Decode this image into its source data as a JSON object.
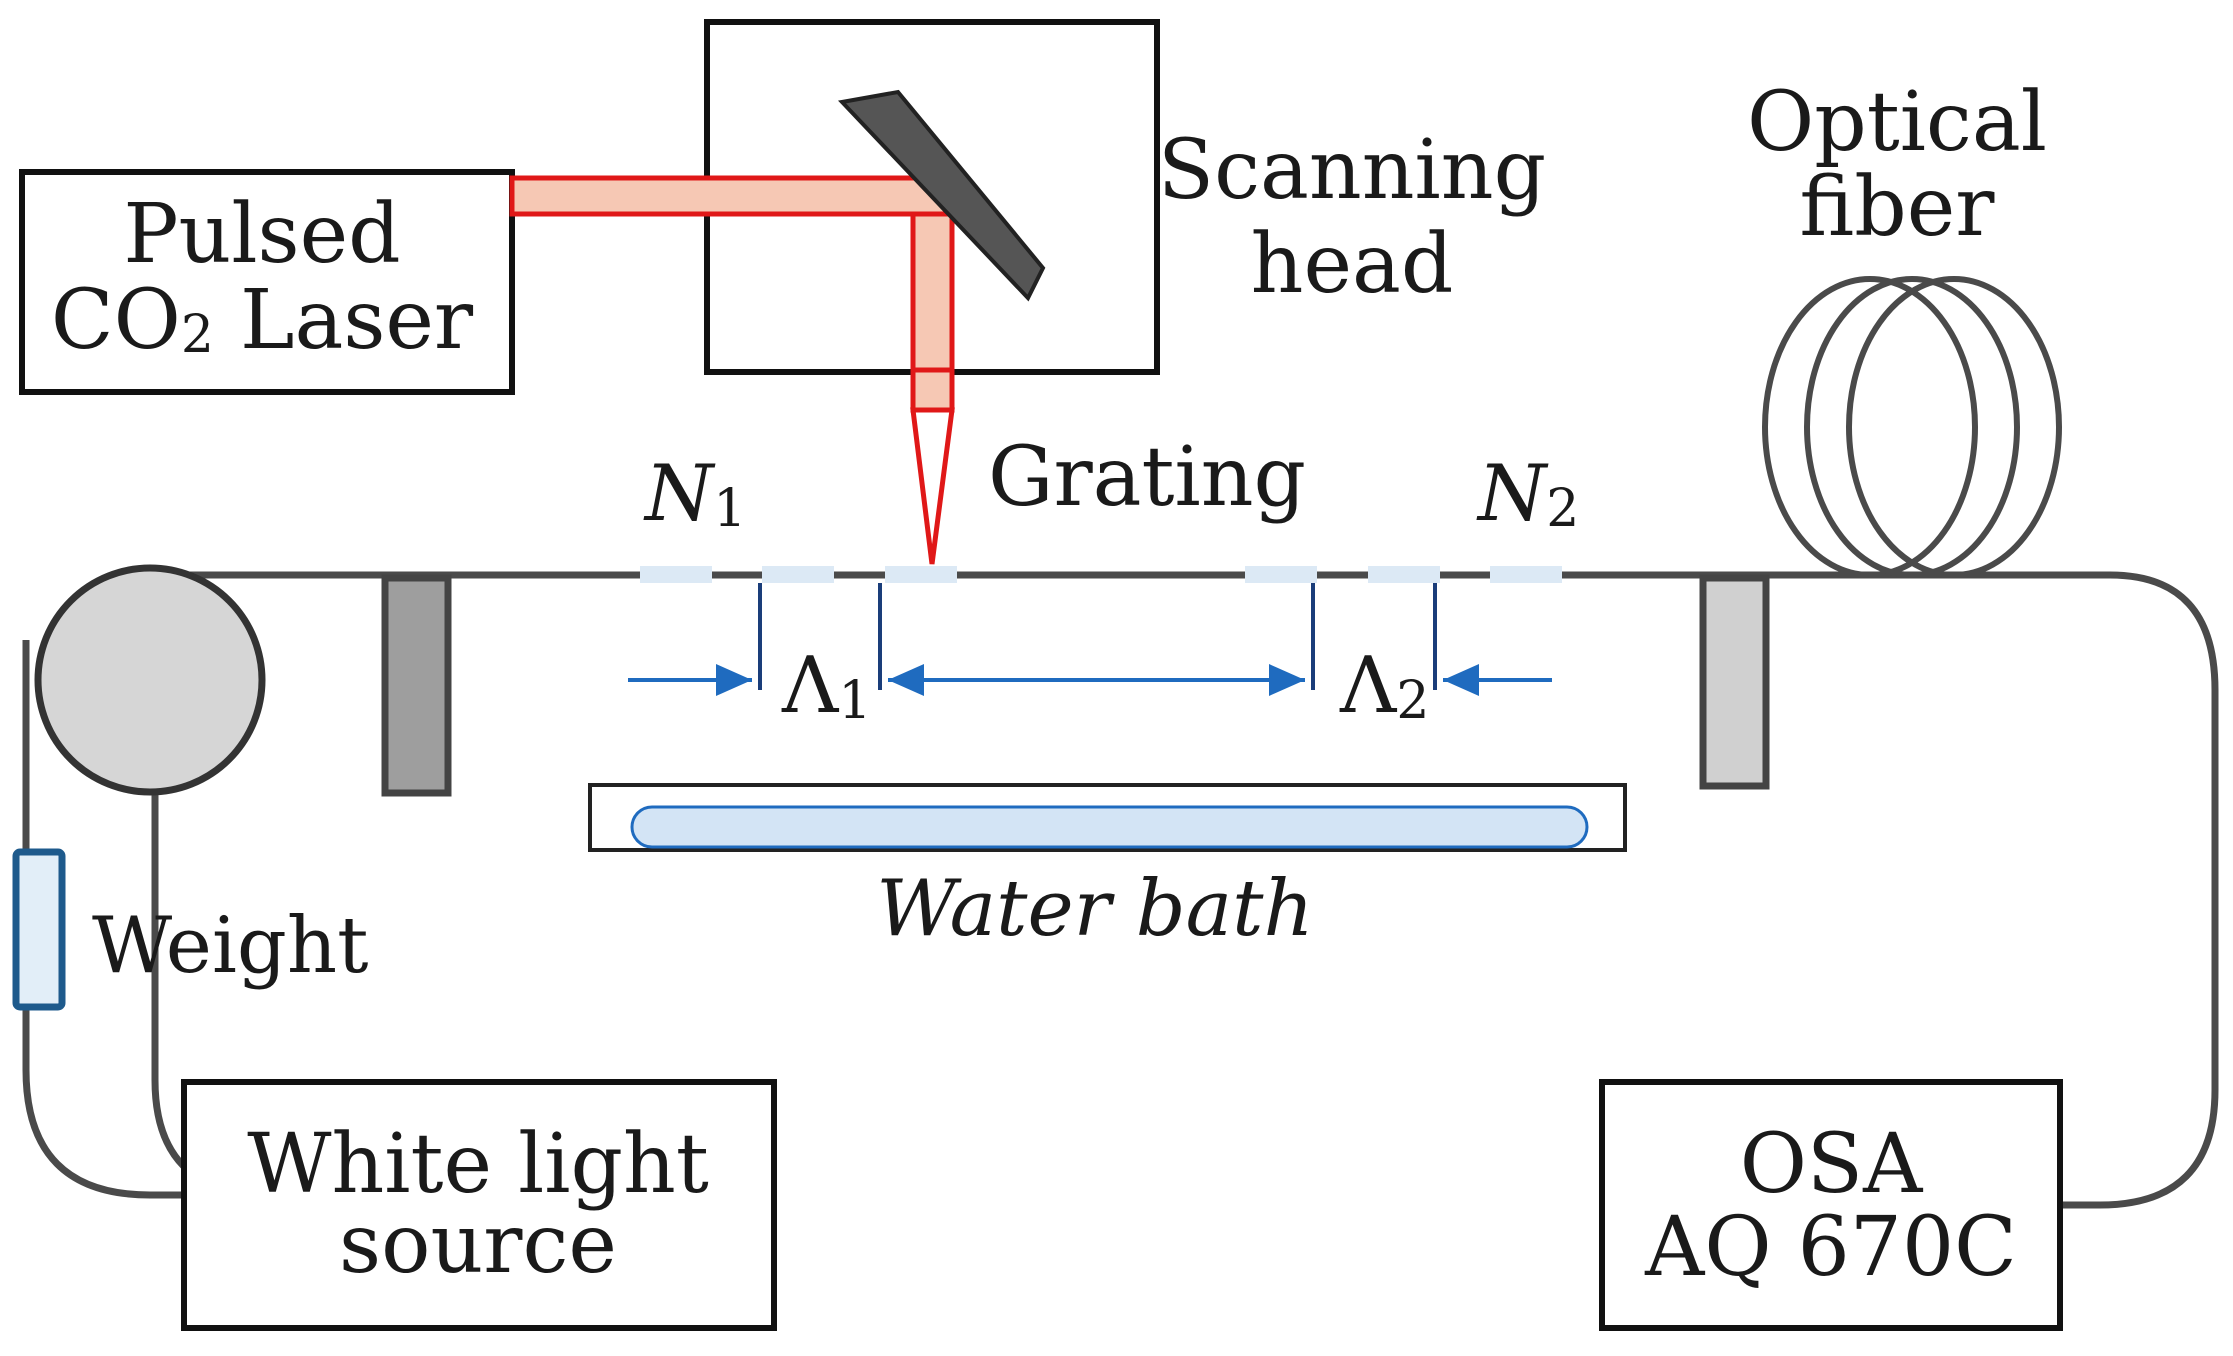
{
  "labels": {
    "laser_line1": "Pulsed",
    "laser_line2_main": "CO",
    "laser_line2_sub": "2",
    "laser_line2_rest": " Laser",
    "scanning_line1": "Scanning",
    "scanning_line2": "head",
    "fiber_line1": "Optical",
    "fiber_line2": "fiber",
    "grating": "Grating",
    "n1_main": "N",
    "n1_sub": "1",
    "n2_main": "N",
    "n2_sub": "2",
    "lambda1_main": "Λ",
    "lambda1_sub": "1",
    "lambda2_main": "Λ",
    "lambda2_sub": "2",
    "water_bath": "Water bath",
    "weight": "Weight",
    "source_line1": "White light",
    "source_line2": "source",
    "osa_line1": "OSA",
    "osa_line2": "AQ 670C"
  },
  "colors": {
    "beam_red": "#e01818",
    "beam_fill": "#f6c8b4",
    "grating_segment": "#dce9f5",
    "arrow_blue": "#1f6bbf",
    "water_fill": "#d3e4f5",
    "weight_border": "#1e5a8c",
    "fiber_gray": "#4a4a4a",
    "post_dark": "#9e9e9e",
    "post_light": "#d0d0d0",
    "wheel": "#d6d6d6"
  }
}
